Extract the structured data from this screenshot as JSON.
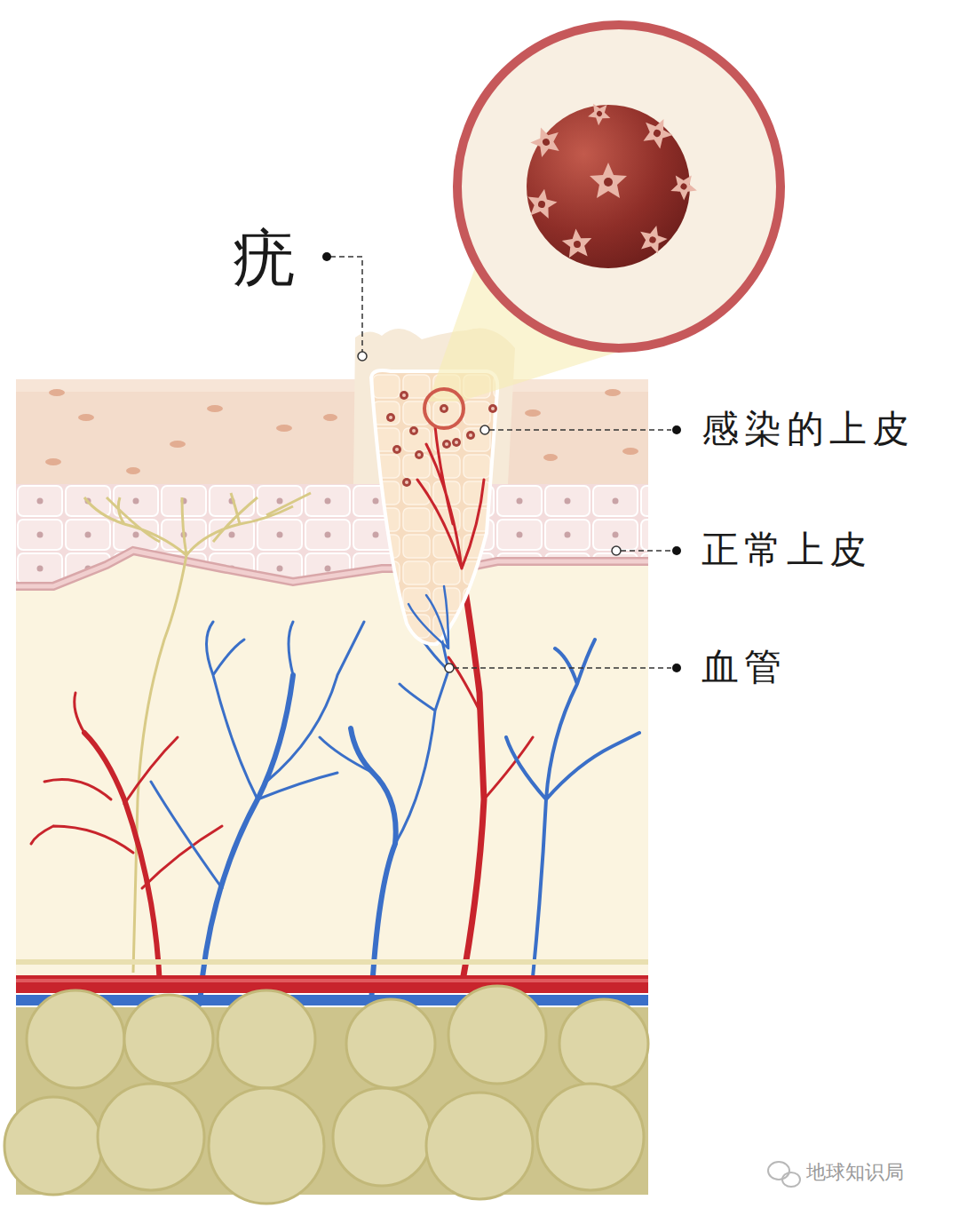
{
  "diagram": {
    "labels": [
      "疣",
      "感染的上皮",
      "正常上皮",
      "血管",
      "地球知识局"
    ]
  }
}
